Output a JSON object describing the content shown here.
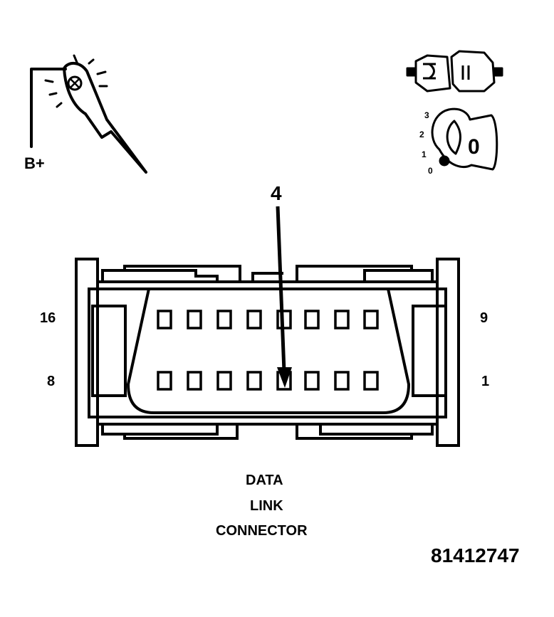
{
  "test_light_icon": {
    "label": "B+"
  },
  "ignition_icon": {
    "positions": [
      "3",
      "2",
      "1",
      "0"
    ],
    "key_symbol": "0"
  },
  "connector": {
    "callout_pin": "4",
    "row_top_left_label": "16",
    "row_top_right_label": "9",
    "row_bottom_left_label": "8",
    "row_bottom_right_label": "1",
    "caption_lines": [
      "DATA",
      "LINK",
      "CONNECTOR"
    ]
  },
  "figure_id": "81412747",
  "colors": {
    "ink": "#000000",
    "paper": "#ffffff"
  }
}
